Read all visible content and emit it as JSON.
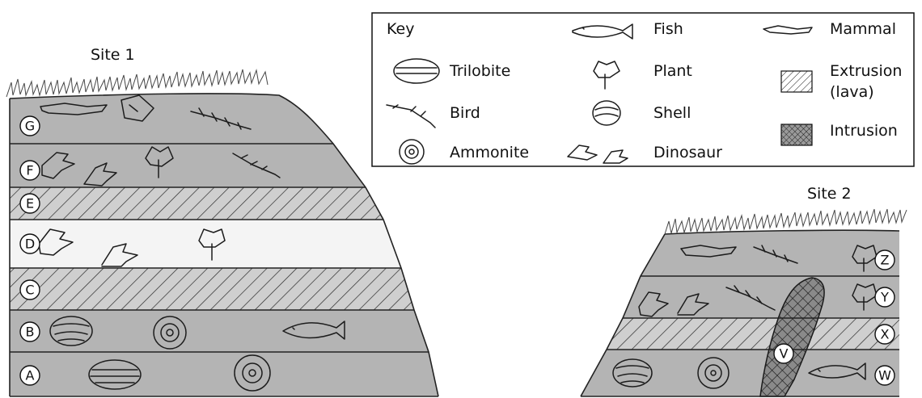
{
  "sites": [
    {
      "title": "Site 1",
      "layer_labels": [
        "G",
        "F",
        "E",
        "D",
        "C",
        "B",
        "A"
      ]
    },
    {
      "title": "Site 2",
      "layer_labels": [
        "Z",
        "Y",
        "X",
        "W"
      ],
      "intrusion_label": "V"
    }
  ],
  "key": {
    "title": "Key",
    "items": [
      {
        "label": "Trilobite",
        "icon": "trilobite-icon"
      },
      {
        "label": "Bird",
        "icon": "bird-icon"
      },
      {
        "label": "Ammonite",
        "icon": "ammonite-icon"
      },
      {
        "label": "Fish",
        "icon": "fish-icon"
      },
      {
        "label": "Plant",
        "icon": "plant-icon"
      },
      {
        "label": "Shell",
        "icon": "shell-icon"
      },
      {
        "label": "Dinosaur",
        "icon": "dinosaur-icon"
      },
      {
        "label": "Mammal",
        "icon": "mammal-icon"
      },
      {
        "label": "Extrusion",
        "label_line2": "(lava)",
        "icon": "extrusion-swatch"
      },
      {
        "label": "Intrusion",
        "icon": "intrusion-swatch"
      }
    ]
  },
  "colors": {
    "layer_gray": "#b4b4b4",
    "layer_light": "#f4f4f4",
    "hatch_bg": "#cfcfcf",
    "outline": "#222222"
  }
}
